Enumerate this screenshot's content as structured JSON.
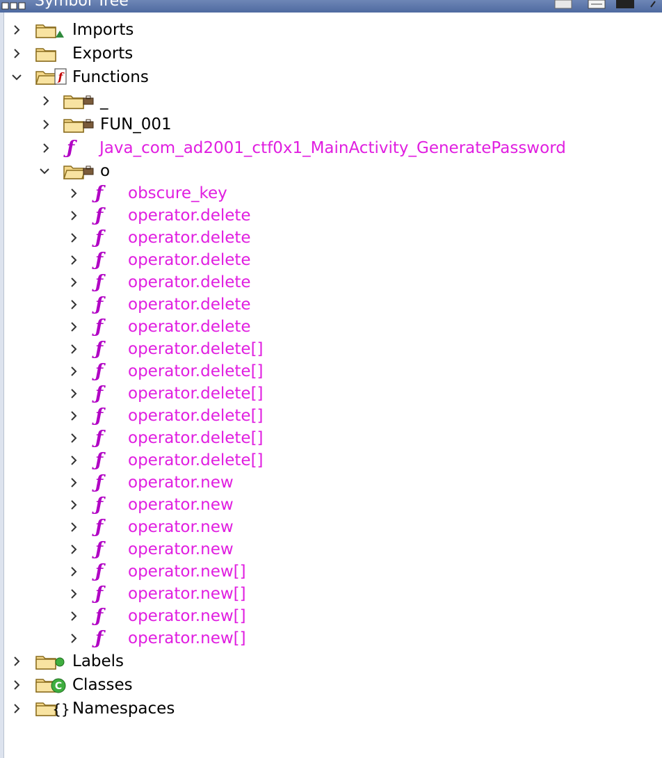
{
  "window": {
    "title": "Symbol Tree"
  },
  "tree": {
    "imports": "Imports",
    "exports": "Exports",
    "functions": "Functions",
    "folder_underscore": "_",
    "folder_fun": "FUN_001",
    "java_func": "Java_com_ad2001_ctf0x1_MainActivity_GeneratePassword",
    "folder_o": "o",
    "o_items": [
      "obscure_key",
      "operator.delete",
      "operator.delete",
      "operator.delete",
      "operator.delete",
      "operator.delete",
      "operator.delete",
      "operator.delete[]",
      "operator.delete[]",
      "operator.delete[]",
      "operator.delete[]",
      "operator.delete[]",
      "operator.delete[]",
      "operator.new",
      "operator.new",
      "operator.new",
      "operator.new",
      "operator.new[]",
      "operator.new[]",
      "operator.new[]",
      "operator.new[]"
    ],
    "labels": "Labels",
    "classes": "Classes",
    "namespaces": "Namespaces"
  },
  "colors": {
    "function_text": "#e01ee0",
    "function_icon": "#b100c4",
    "titlebar": "#5a74aa"
  },
  "icons": {
    "function": "ƒ",
    "collapsed": "chevron-right-icon",
    "expanded": "chevron-down-icon"
  }
}
